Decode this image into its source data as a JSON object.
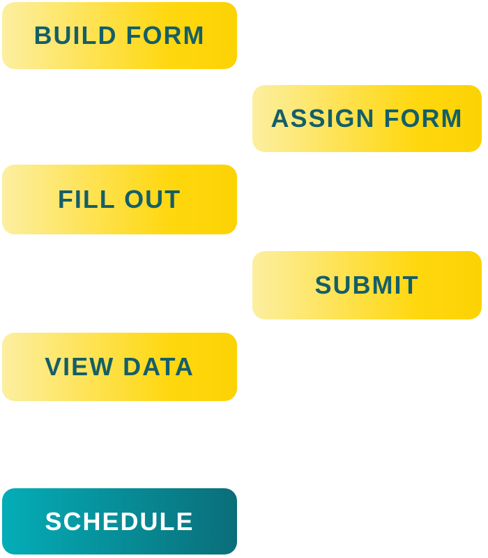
{
  "workflow": {
    "steps": [
      {
        "id": "build-form",
        "label": "BUILD FORM",
        "side": "left",
        "style": "yellow"
      },
      {
        "id": "assign-form",
        "label": "ASSIGN FORM",
        "side": "right",
        "style": "yellow"
      },
      {
        "id": "fill-out",
        "label": "FILL OUT",
        "side": "left",
        "style": "yellow"
      },
      {
        "id": "submit",
        "label": "SUBMIT",
        "side": "right",
        "style": "yellow"
      },
      {
        "id": "view-data",
        "label": "VIEW DATA",
        "side": "left",
        "style": "yellow"
      },
      {
        "id": "schedule",
        "label": "SCHEDULE",
        "side": "left",
        "style": "teal"
      }
    ]
  },
  "colors": {
    "yellow_gradient_start": "#FCEFA0",
    "yellow_gradient_mid": "#FFD70E",
    "yellow_gradient_end": "#FBD304",
    "yellow_text": "#155E68",
    "teal_gradient_start": "#04ADB7",
    "teal_gradient_end": "#0A6E79",
    "teal_text": "#FFFFFF",
    "page_background": "#FFFFFF"
  }
}
